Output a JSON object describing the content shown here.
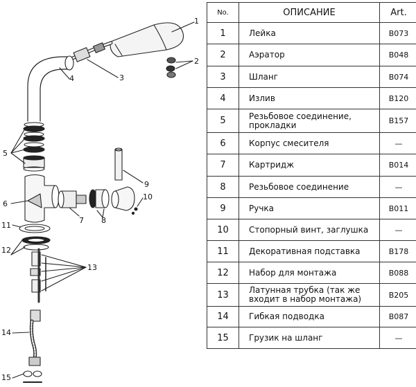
{
  "table": {
    "header": {
      "no": "No.",
      "desc": "ОПИСАНИЕ",
      "art": "Art."
    },
    "rows": [
      {
        "no": "1",
        "desc": "Лейка",
        "art": "B073"
      },
      {
        "no": "2",
        "desc": "Аэратор",
        "art": "B048"
      },
      {
        "no": "3",
        "desc": "Шланг",
        "art": "B074"
      },
      {
        "no": "4",
        "desc": "Излив",
        "art": "B120"
      },
      {
        "no": "5",
        "desc": "Резьбовое соединение, прокладки",
        "art": "B157"
      },
      {
        "no": "6",
        "desc": "Корпус смесителя",
        "art": "—"
      },
      {
        "no": "7",
        "desc": "Картридж",
        "art": "B014"
      },
      {
        "no": "8",
        "desc": "Резьбовое соединение",
        "art": "—"
      },
      {
        "no": "9",
        "desc": "Ручка",
        "art": "B011"
      },
      {
        "no": "10",
        "desc": "Стопорный винт, заглушка",
        "art": "—"
      },
      {
        "no": "11",
        "desc": "Декоративная подставка",
        "art": "B178"
      },
      {
        "no": "12",
        "desc": "Набор для монтажа",
        "art": "B088"
      },
      {
        "no": "13",
        "desc": "Латунная трубка (так же входит в набор монтажа)",
        "art": "B205"
      },
      {
        "no": "14",
        "desc": "Гибкая подводка",
        "art": "B087"
      },
      {
        "no": "15",
        "desc": "Грузик на шланг",
        "art": "—"
      }
    ]
  },
  "diagram": {
    "callouts": [
      "1",
      "2",
      "3",
      "4",
      "5",
      "6",
      "7",
      "8",
      "9",
      "10",
      "11",
      "12",
      "13",
      "14",
      "15"
    ]
  }
}
